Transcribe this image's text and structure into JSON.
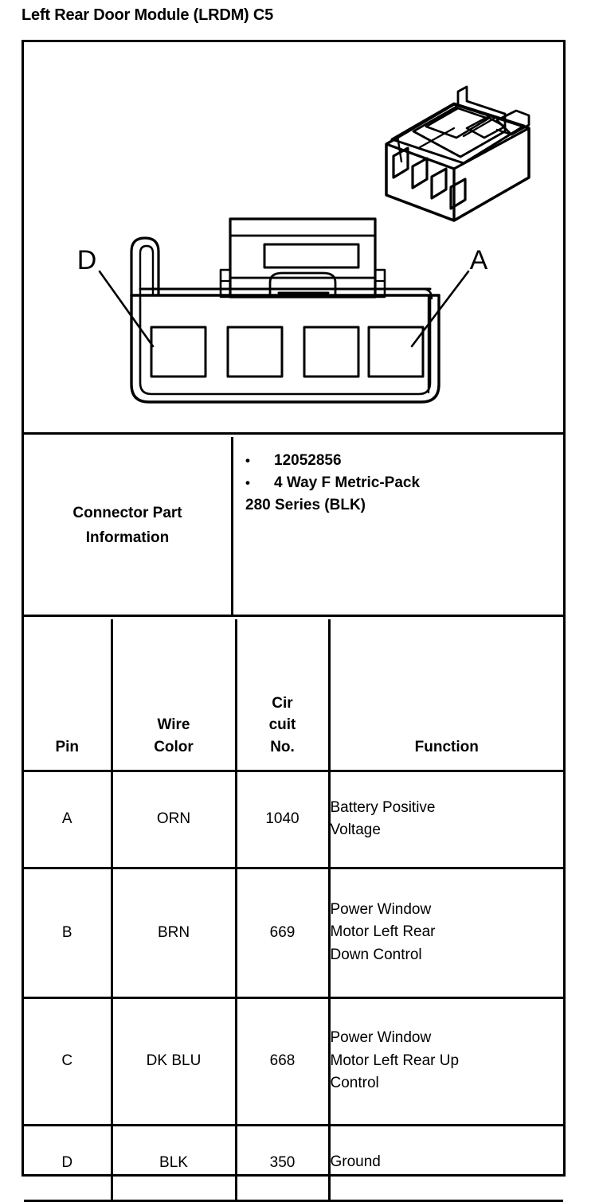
{
  "document": {
    "title": "Left Rear Door Module (LRDM) C5"
  },
  "illustration": {
    "callouts": [
      {
        "label": "D",
        "pin": "D",
        "position": "left"
      },
      {
        "label": "A",
        "pin": "A",
        "position": "right"
      }
    ],
    "cavity_count": 4,
    "views": [
      "isometric-connector-view",
      "front-connector-view"
    ]
  },
  "connector_part_information": {
    "label_line1": "Connector Part",
    "label_line2": "Information",
    "bullets": [
      "12052856",
      "4 Way F Metric-Pack"
    ],
    "wrap_line": "280 Series (BLK)"
  },
  "pin_table": {
    "headers": {
      "pin": "Pin",
      "wire_color_line1": "Wire",
      "wire_color_line2": "Color",
      "circuit_no_line1": "Cir",
      "circuit_no_line2": "cuit",
      "circuit_no_line3": "No.",
      "function": "Function"
    },
    "rows": [
      {
        "pin": "A",
        "wire_color": "ORN",
        "circuit_no": "1040",
        "function_line1": "Battery Positive",
        "function_line2": "Voltage",
        "function_line3": ""
      },
      {
        "pin": "B",
        "wire_color": "BRN",
        "circuit_no": "669",
        "function_line1": "Power Window",
        "function_line2": "Motor Left Rear",
        "function_line3": "Down Control"
      },
      {
        "pin": "C",
        "wire_color": "DK BLU",
        "circuit_no": "668",
        "function_line1": "Power Window",
        "function_line2": "Motor Left Rear Up",
        "function_line3": "Control"
      },
      {
        "pin": "D",
        "wire_color": "BLK",
        "circuit_no": "350",
        "function_line1": "Ground",
        "function_line2": "",
        "function_line3": ""
      }
    ]
  },
  "colors": {
    "ink": "#000000",
    "paper": "#ffffff"
  }
}
